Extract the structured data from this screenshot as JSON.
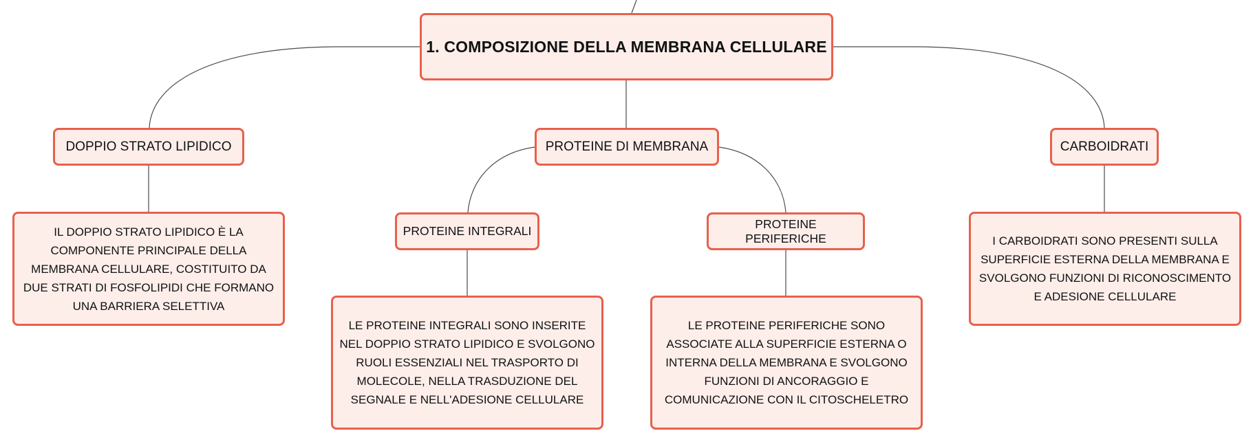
{
  "map": {
    "root": "1. COMPOSIZIONE DELLA MEMBRANA CELLULARE",
    "lipid": {
      "title": "DOPPIO STRATO LIPIDICO",
      "description": "IL DOPPIO STRATO LIPIDICO È LA COMPONENTE PRINCIPALE DELLA MEMBRANA CELLULARE, COSTITUITO DA DUE STRATI DI FOSFOLIPIDI CHE FORMANO UNA BARRIERA SELETTIVA"
    },
    "proteins": {
      "title": "PROTEINE DI MEMBRANA",
      "integral": {
        "title": "PROTEINE INTEGRALI",
        "description": "LE PROTEINE INTEGRALI SONO INSERITE NEL DOPPIO STRATO LIPIDICO E SVOLGONO RUOLI ESSENZIALI NEL TRASPORTO DI MOLECOLE, NELLA TRASDUZIONE DEL SEGNALE E NELL'ADESIONE CELLULARE"
      },
      "peripheral": {
        "title": "PROTEINE PERIFERICHE",
        "description": "LE PROTEINE PERIFERICHE SONO ASSOCIATE ALLA SUPERFICIE ESTERNA O INTERNA DELLA MEMBRANA E SVOLGONO FUNZIONI DI ANCORAGGIO E COMUNICAZIONE CON IL CITOSCHELETRO"
      }
    },
    "carbs": {
      "title": "CARBOIDRATI",
      "description": "I CARBOIDRATI SONO PRESENTI SULLA SUPERFICIE ESTERNA DELLA MEMBRANA E SVOLGONO FUNZIONI DI RICONOSCIMENTO E ADESIONE CELLULARE"
    }
  },
  "colors": {
    "node_border": "#e8604c",
    "node_fill": "#fdeeea",
    "connector": "#4a4a4a"
  }
}
